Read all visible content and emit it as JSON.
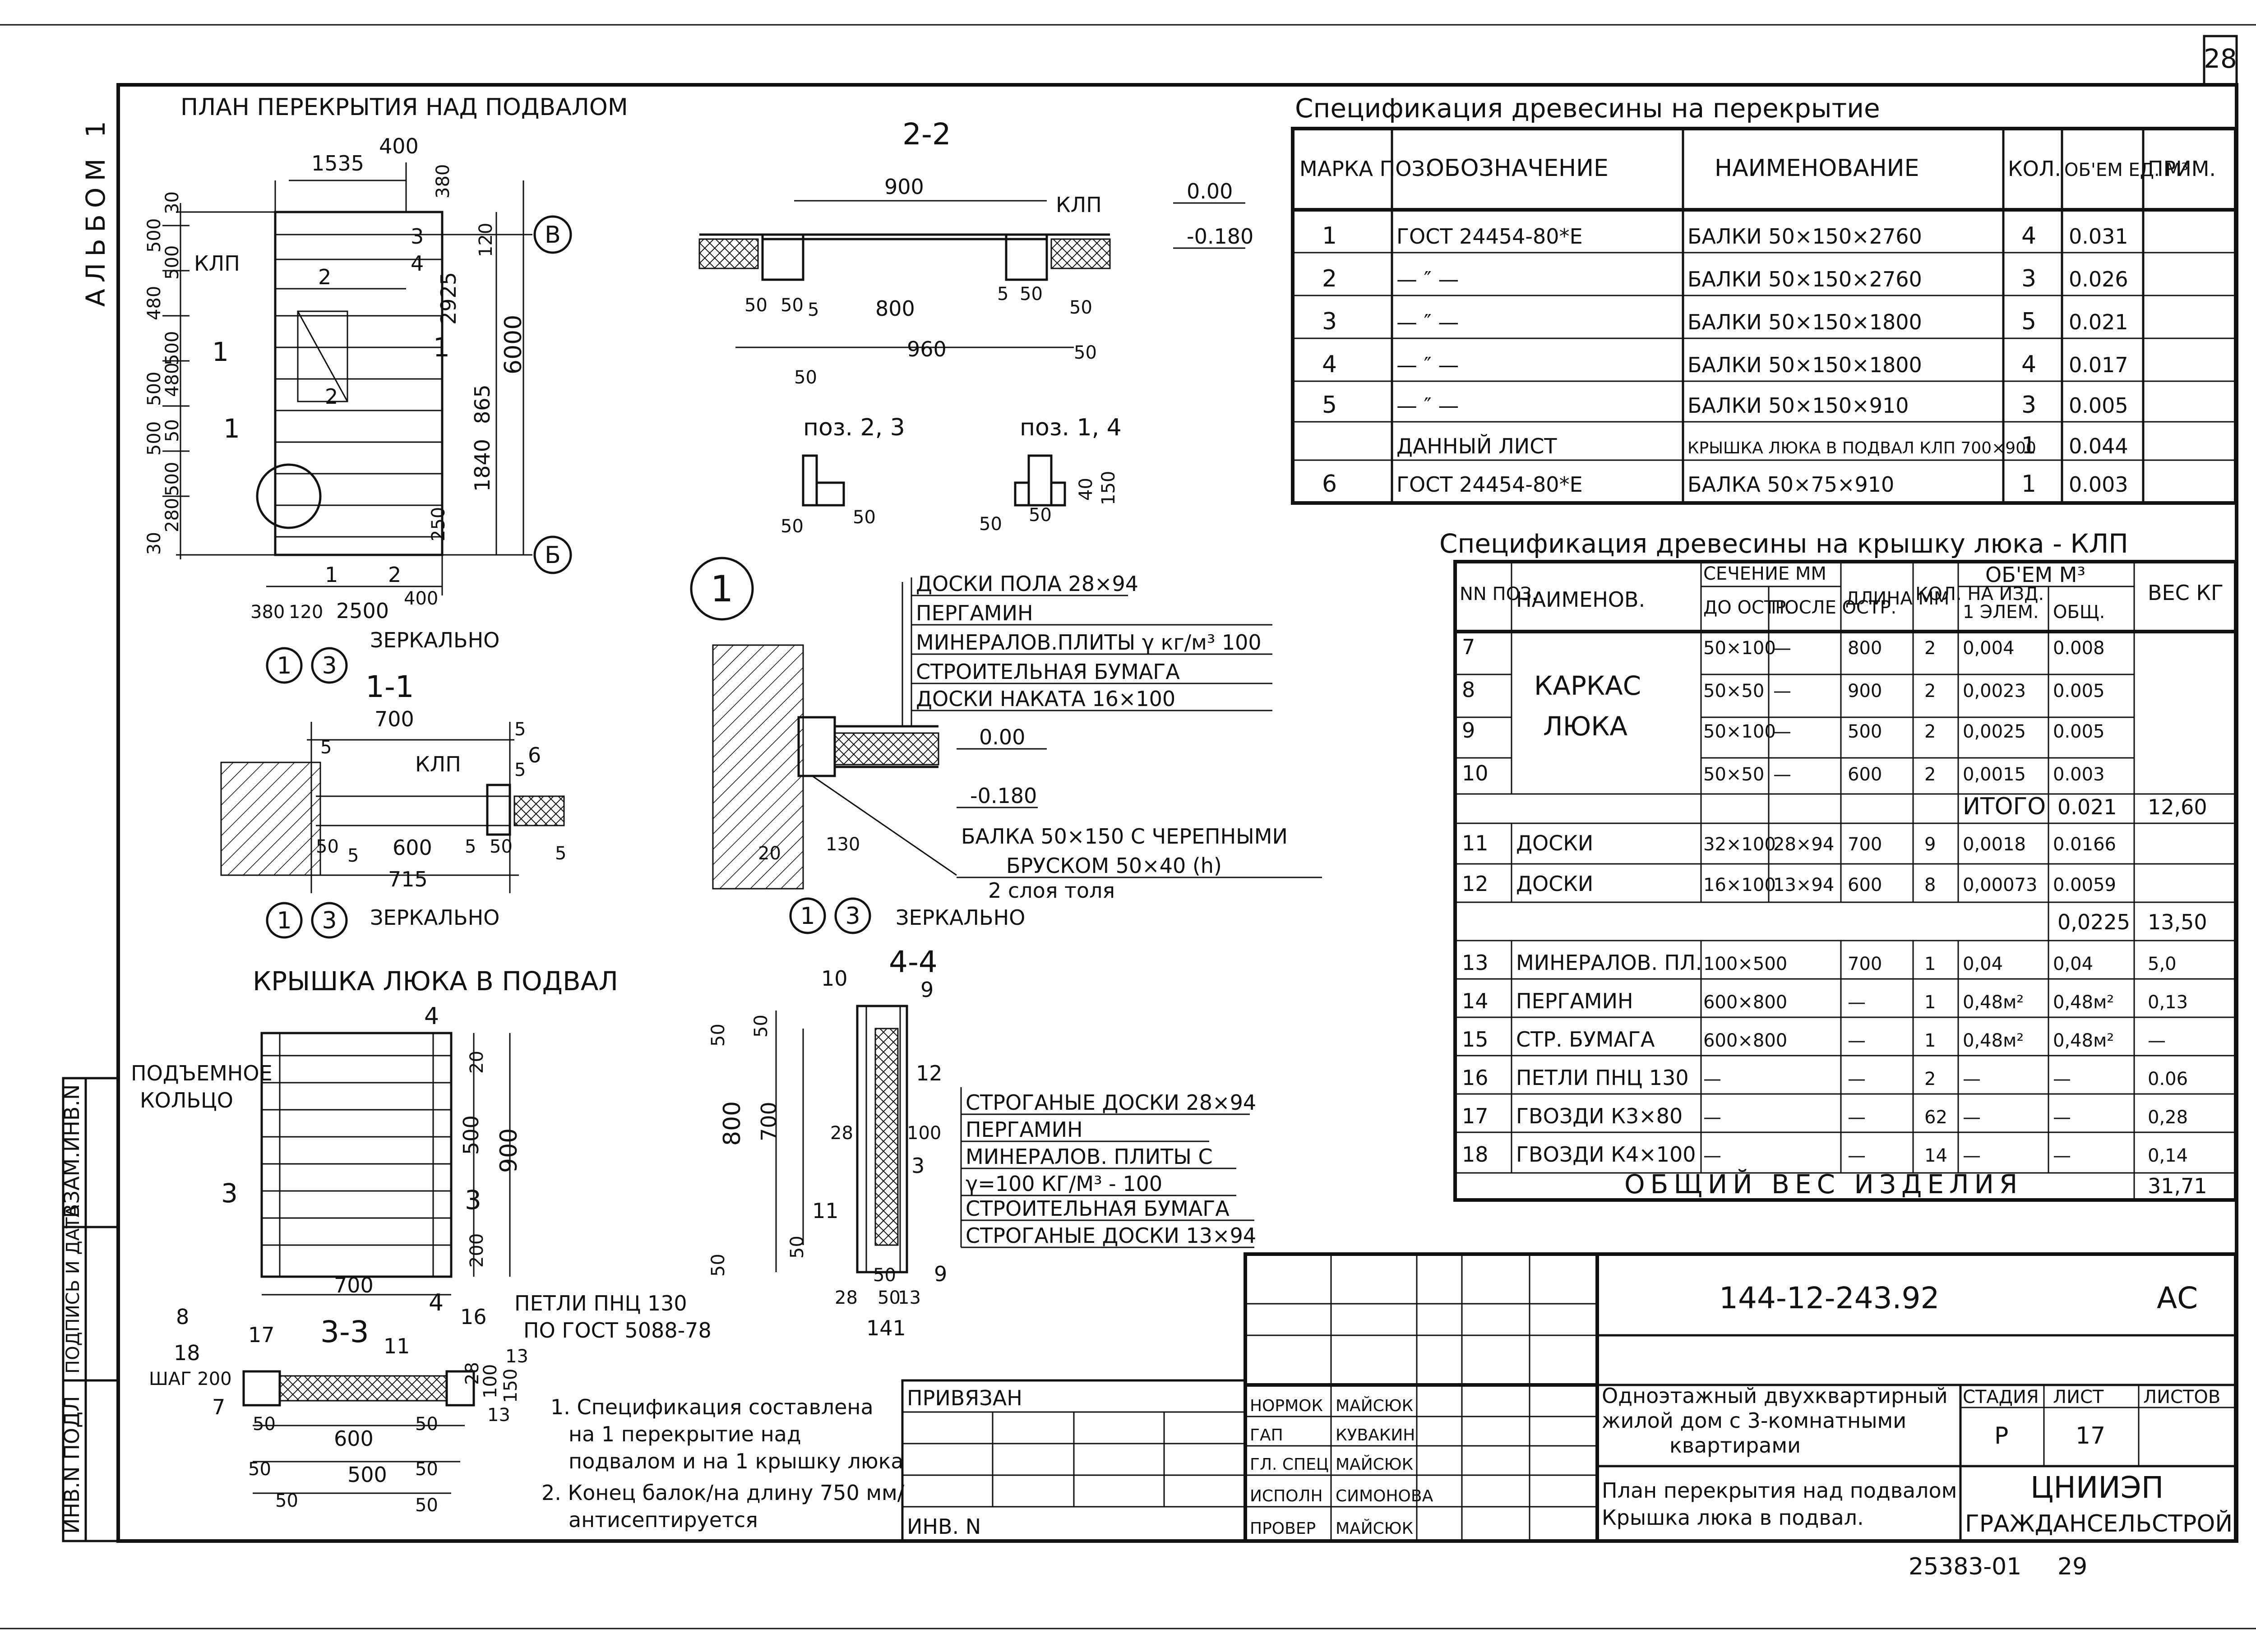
{
  "page_number": "28",
  "album_label": "АЛЬБОМ 1",
  "bottom_code": "25383-01",
  "bottom_page": "29",
  "left_strip": [
    "ВЗАМ.ИНВ.N",
    "ПОДПИСЬ И ДАТА",
    "ИНВ.N ПОДЛ"
  ],
  "plan": {
    "title": "ПЛАН ПЕРЕКРЫТИЯ НАД ПОДВАЛОМ",
    "axis_b": "В",
    "axis_bb": "Б",
    "klp_label": "КЛП",
    "dims_top": [
      "1535",
      "400"
    ],
    "dims_right": [
      "380",
      "120",
      "2925",
      "6000",
      "865",
      "1840",
      "250"
    ],
    "dims_left": [
      "30",
      "500",
      "500",
      "480",
      "500",
      "500",
      "480",
      "50",
      "500",
      "500",
      "280",
      "30"
    ],
    "dims_bottom": [
      "380",
      "120",
      "2500",
      "400"
    ],
    "marks": [
      "1",
      "2",
      "3",
      "4",
      "1",
      "2",
      "1",
      "1"
    ],
    "axes": [
      "1",
      "3"
    ],
    "mirror": "ЗЕРКАЛЬНО"
  },
  "section_11": {
    "title": "1-1",
    "klp": "КЛП",
    "dims": [
      "700",
      "5",
      "5",
      "5",
      "6",
      "50",
      "600",
      "5",
      "50",
      "5",
      "715",
      "5"
    ],
    "axes": [
      "1",
      "3"
    ],
    "mirror": "ЗЕРКАЛЬНО"
  },
  "section_22": {
    "title": "2-2",
    "klp": "КЛП",
    "dims": [
      "900",
      "50",
      "50",
      "5",
      "800",
      "5",
      "50",
      "50",
      "960",
      "50",
      "50"
    ],
    "levels": [
      "0.00",
      "-0.180"
    ]
  },
  "pos23": {
    "title": "поз. 2, 3",
    "dims": [
      "50",
      "50"
    ]
  },
  "pos14": {
    "title": "поз. 1, 4",
    "dims": [
      "50",
      "50",
      "40",
      "150"
    ]
  },
  "node1": {
    "title": "1",
    "layers": [
      "ДОСКИ ПОЛА 28×94",
      "ПЕРГАМИН",
      "МИНЕРАЛОВ.ПЛИТЫ γ кг/м³ 100",
      "СТРОИТЕЛЬНАЯ БУМАГА",
      "ДОСКИ НАКАТА 16×100"
    ],
    "levels": [
      "0.00",
      "-0.180"
    ],
    "beam_note": [
      "БАЛКА 50×150 С ЧЕРЕПНЫМИ",
      "БРУСКОМ 50×40 (h)",
      "2 слоя толя"
    ],
    "dims": [
      "20",
      "130"
    ],
    "axes": [
      "1",
      "3"
    ],
    "mirror": "ЗЕРКАЛЬНО"
  },
  "hatch_plan": {
    "title": "КРЫШКА ЛЮКА В ПОДВАЛ",
    "cut": "4",
    "cut_side": "3",
    "ring": [
      "ПОДЪЕМНОЕ",
      "КОЛЬЦО"
    ],
    "dims": [
      "20",
      "500",
      "900",
      "200",
      "700"
    ],
    "loops": [
      "ПЕТЛИ ПНЦ 130",
      "ПО ГОСТ 5088-78"
    ]
  },
  "section_33": {
    "title": "3-3",
    "marks": [
      "8",
      "17",
      "18",
      "7",
      "11",
      "16"
    ],
    "step": "ШАГ 200",
    "dims": [
      "50",
      "600",
      "50",
      "50",
      "500",
      "50",
      "50",
      "50",
      "28",
      "100",
      "150",
      "13",
      "13"
    ]
  },
  "section_44": {
    "title": "4-4",
    "marks": [
      "10",
      "9",
      "12",
      "28",
      "100",
      "3",
      "11",
      "9"
    ],
    "dims": [
      "50",
      "50",
      "800",
      "700",
      "50",
      "50",
      "28",
      "50",
      "13",
      "141",
      "50"
    ],
    "layers": [
      "СТРОГАНЫЕ ДОСКИ 28×94",
      "ПЕРГАМИН",
      "МИНЕРАЛОВ. ПЛИТЫ С",
      "γ=100 КГ/М³ - 100",
      "СТРОИТЕЛЬНАЯ БУМАГА",
      "СТРОГАНЫЕ ДОСКИ 13×94"
    ]
  },
  "notes": [
    "1. Спецификация составлена",
    "на 1 перекрытие над",
    "подвалом и на 1 крышку люка",
    "2. Конец балок/на длину 750 мм/",
    "антисептируется"
  ],
  "spec1": {
    "title": "Спецификация древесины на перекрытие",
    "headers": [
      "МАРКА ПОЗ.",
      "ОБОЗНАЧЕНИЕ",
      "НАИМЕНОВАНИЕ",
      "КОЛ.",
      "ОБ'ЕМ ЕД. М³",
      "ПРИМ."
    ],
    "rows": [
      [
        "1",
        "ГОСТ 24454-80*Е",
        "БАЛКИ 50×150×2760",
        "4",
        "0.031",
        ""
      ],
      [
        "2",
        "— ″ —",
        "БАЛКИ 50×150×2760",
        "3",
        "0.026",
        ""
      ],
      [
        "3",
        "— ″ —",
        "БАЛКИ 50×150×1800",
        "5",
        "0.021",
        ""
      ],
      [
        "4",
        "— ″ —",
        "БАЛКИ 50×150×1800",
        "4",
        "0.017",
        ""
      ],
      [
        "5",
        "— ″ —",
        "БАЛКИ 50×150×910",
        "3",
        "0.005",
        ""
      ],
      [
        "",
        "ДАННЫЙ ЛИСТ",
        "КРЫШКА ЛЮКА В ПОДВАЛ КЛП 700×900",
        "1",
        "0.044",
        ""
      ],
      [
        "6",
        "ГОСТ 24454-80*Е",
        "БАЛКА 50×75×910",
        "1",
        "0.003",
        ""
      ]
    ]
  },
  "spec2": {
    "title": "Спецификация древесины на крышку люка - КЛП",
    "headers": [
      "NN ПОЗ.",
      "НАИМЕНОВ.",
      "СЕЧЕНИЕ ММ",
      "ДО ОСТР.",
      "ПОСЛЕ ОСТР.",
      "ДЛИНА ММ",
      "КОЛ. НА ИЗД.",
      "ОБ'ЕМ М³",
      "1 ЭЛЕМ.",
      "ОБЩ.",
      "ВЕС КГ"
    ],
    "group_name": [
      "КАРКАС",
      "ЛЮКА"
    ],
    "rows": [
      [
        "7",
        "",
        "50×100",
        "—",
        "800",
        "2",
        "0,004",
        "0.008",
        ""
      ],
      [
        "8",
        "",
        "50×50",
        "—",
        "900",
        "2",
        "0,0023",
        "0.005",
        ""
      ],
      [
        "9",
        "",
        "50×100",
        "—",
        "500",
        "2",
        "0,0025",
        "0.005",
        ""
      ],
      [
        "10",
        "",
        "50×50",
        "—",
        "600",
        "2",
        "0,0015",
        "0.003",
        ""
      ],
      [
        "11",
        "ДОСКИ",
        "32×100",
        "28×94",
        "700",
        "9",
        "0,0018",
        "0.0166",
        ""
      ],
      [
        "12",
        "ДОСКИ",
        "16×100",
        "13×94",
        "600",
        "8",
        "0,00073",
        "0.0059",
        ""
      ],
      [
        "13",
        "МИНЕРАЛОВ. ПЛ.",
        "100×500",
        "",
        "700",
        "1",
        "0,04",
        "0,04",
        "5,0"
      ],
      [
        "14",
        "ПЕРГАМИН",
        "600×800",
        "",
        "—",
        "1",
        "0,48м²",
        "0,48м²",
        "0,13"
      ],
      [
        "15",
        "СТР. БУМАГА",
        "600×800",
        "",
        "—",
        "1",
        "0,48м²",
        "0,48м²",
        "—"
      ],
      [
        "16",
        "ПЕТЛИ ПНЦ 130",
        "—",
        "",
        "—",
        "2",
        "—",
        "—",
        "0.06"
      ],
      [
        "17",
        "ГВОЗДИ К3×80",
        "—",
        "",
        "—",
        "62",
        "—",
        "—",
        "0,28"
      ],
      [
        "18",
        "ГВОЗДИ К4×100",
        "—",
        "",
        "—",
        "14",
        "—",
        "—",
        "0,14"
      ]
    ],
    "itogo_label": "ИТОГО",
    "itogo_vol": "0.021",
    "itogo_weight": "12,60",
    "sub_vol": "0,0225",
    "sub_weight": "13,50",
    "total_label": "ОБЩИЙ ВЕС ИЗДЕЛИЯ",
    "total_weight": "31,71"
  },
  "stamp": {
    "code": "144-12-243.92",
    "mark": "АС",
    "project": [
      "Одноэтажный двухквартирный",
      "жилой дом с 3-комнатными",
      "квартирами"
    ],
    "sheet_title": [
      "План перекрытия над подвалом",
      "Крышка люка в подвал."
    ],
    "stage_label": "СТАДИЯ",
    "sheet_label": "ЛИСТ",
    "sheets_label": "ЛИСТОВ",
    "stage": "Р",
    "sheet": "17",
    "org": [
      "ЦНИИЭП",
      "ГРАЖДАНСЕЛЬСТРОЙ"
    ],
    "privyazan": "ПРИВЯЗАН",
    "inv": "ИНВ. N",
    "roles": [
      {
        "role": "НОРМОК",
        "name": "МАЙСЮК"
      },
      {
        "role": "ГАП",
        "name": "КУВАКИН"
      },
      {
        "role": "ГЛ. СПЕЦ",
        "name": "МАЙСЮК"
      },
      {
        "role": "ИСПОЛН",
        "name": "СИМОНОВА"
      },
      {
        "role": "ПРОВЕР",
        "name": "МАЙСЮК"
      }
    ]
  }
}
